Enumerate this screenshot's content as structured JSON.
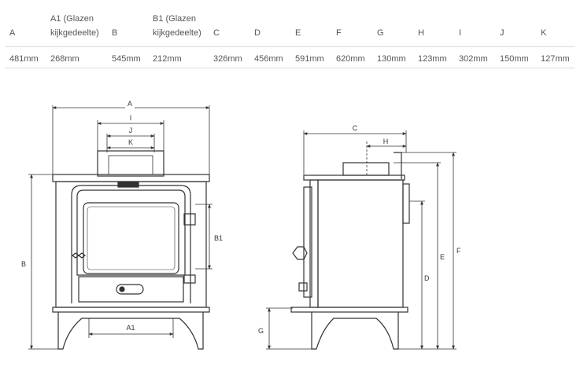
{
  "table": {
    "headers": [
      "A",
      "A1 (Glazen\nkijkgedeelte)",
      "B",
      "B1 (Glazen\nkijkgedeelte)",
      "C",
      "D",
      "E",
      "F",
      "G",
      "H",
      "I",
      "J",
      "K"
    ],
    "values": [
      "481mm",
      "268mm",
      "545mm",
      "212mm",
      "326mm",
      "456mm",
      "591mm",
      "620mm",
      "130mm",
      "123mm",
      "302mm",
      "150mm",
      "127mm"
    ]
  },
  "diagram": {
    "front_labels": {
      "a": "A",
      "i": "I",
      "j": "J",
      "k": "K",
      "b": "B",
      "b1": "B1",
      "a1": "A1"
    },
    "side_labels": {
      "c": "C",
      "h": "H",
      "f": "F",
      "e": "E",
      "d": "D",
      "g": "G"
    }
  }
}
